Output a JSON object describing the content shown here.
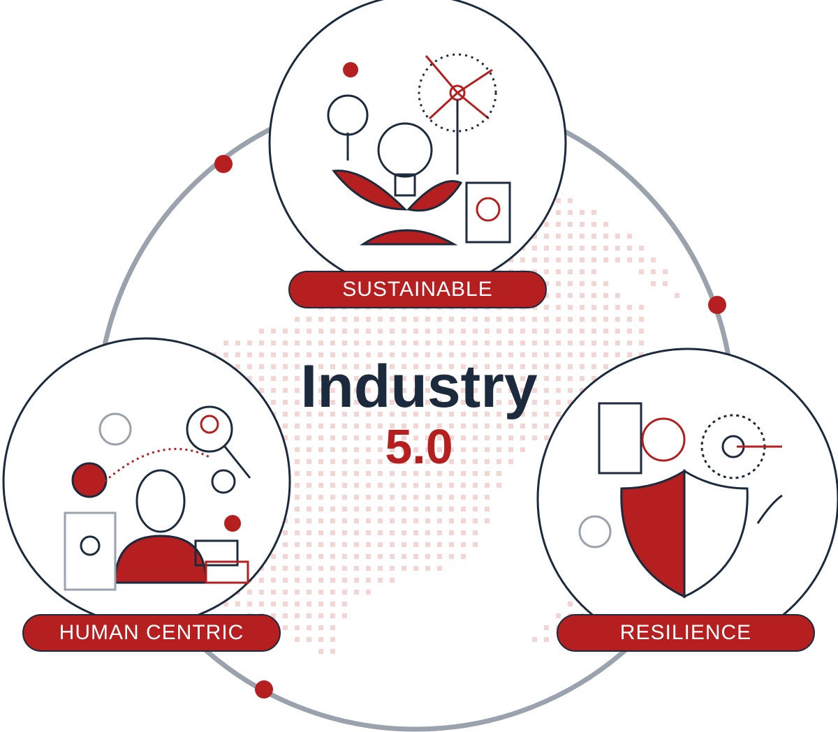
{
  "title": {
    "line1": "Industry",
    "line2": "5.0"
  },
  "pillars": [
    {
      "label": "SUSTAINABLE",
      "icon": "sustainability-icon"
    },
    {
      "label": "HUMAN CENTRIC",
      "icon": "human-centric-icon"
    },
    {
      "label": "RESILIENCE",
      "icon": "resilience-shield-icon"
    }
  ],
  "colors": {
    "accent": "#b51f1f",
    "navy": "#1b2a3c",
    "ring": "#9aa3ad",
    "map_dots": "#f3d6d3"
  }
}
